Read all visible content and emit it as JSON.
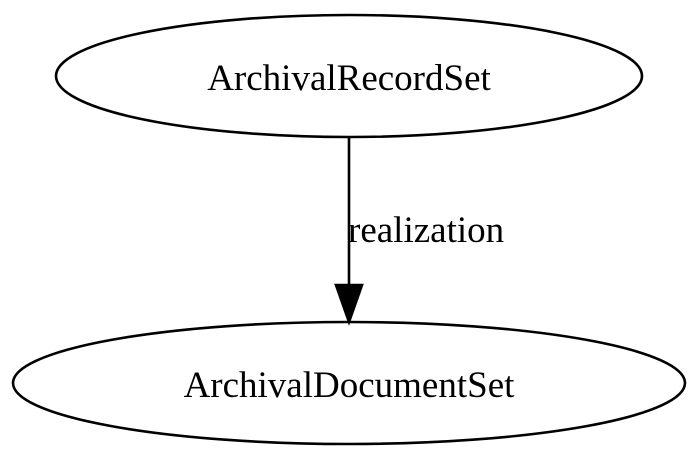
{
  "nodes": [
    {
      "id": "archival-record-set",
      "label": "ArchivalRecordSet"
    },
    {
      "id": "archival-document-set",
      "label": "ArchivalDocumentSet"
    }
  ],
  "edges": [
    {
      "from": "archival-record-set",
      "to": "archival-document-set",
      "label": "realization"
    }
  ],
  "colors": {
    "stroke": "#000000",
    "background": "#ffffff"
  }
}
